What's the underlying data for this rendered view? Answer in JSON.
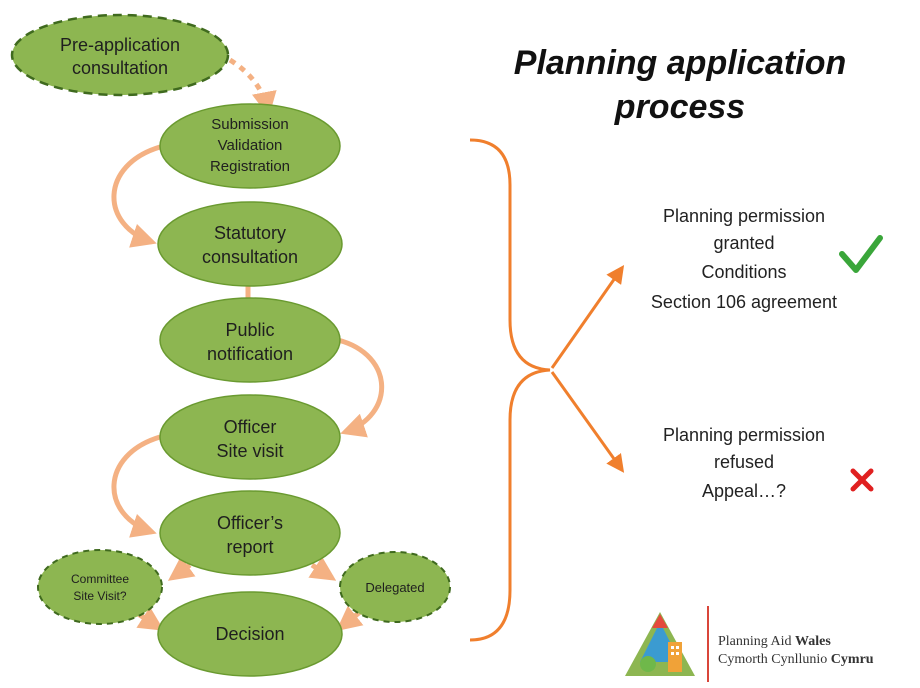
{
  "title": {
    "line1": "Planning application",
    "line2": "process"
  },
  "nodes": {
    "pre_application": {
      "line1": "Pre-application",
      "line2": "consultation"
    },
    "submission": {
      "line1": "Submission",
      "line2": "Validation",
      "line3": "Registration"
    },
    "statutory": {
      "line1": "Statutory",
      "line2": "consultation"
    },
    "public": {
      "line1": "Public",
      "line2": "notification"
    },
    "officer_visit": {
      "line1": "Officer",
      "line2": "Site visit"
    },
    "officer_report": {
      "line1": "Officer’s",
      "line2": "report"
    },
    "committee": {
      "line1": "Committee",
      "line2": "Site Visit?"
    },
    "delegated": {
      "line1": "Delegated"
    },
    "decision": {
      "line1": "Decision"
    }
  },
  "outcomes": {
    "granted": {
      "line1": "Planning permission",
      "line2": "granted",
      "line3": "Conditions",
      "line4": "Section 106 agreement",
      "mark_icon": "check-icon"
    },
    "refused": {
      "line1": "Planning permission",
      "line2": "refused",
      "line3": "Appeal…?",
      "mark_icon": "cross-icon"
    }
  },
  "logo": {
    "line1_a": "Planning Aid ",
    "line1_b": "Wales",
    "line2_a": "Cymorth Cynllunio ",
    "line2_b": "Cymru"
  },
  "colors": {
    "node_fill": "#8db651",
    "node_stroke": "#6a9a30",
    "dashed_stroke": "#3f6a1e",
    "flow_arrow": "#f4b183",
    "bracket": "#f07f2d",
    "check": "#3aa63a",
    "cross": "#e02020"
  }
}
